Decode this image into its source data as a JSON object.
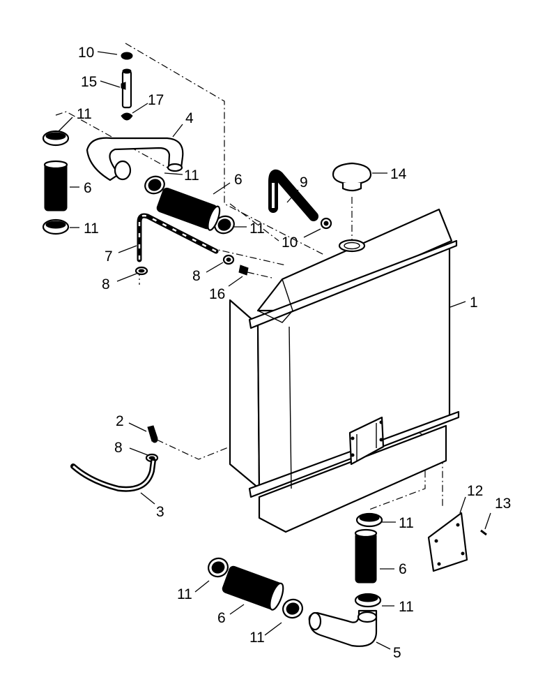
{
  "diagram": {
    "callouts": {
      "c1": "1",
      "c2": "2",
      "c3": "3",
      "c4": "4",
      "c5": "5",
      "c6a": "6",
      "c6b": "6",
      "c6c": "6",
      "c6d": "6",
      "c7": "7",
      "c8a": "8",
      "c8b": "8",
      "c8c": "8",
      "c9": "9",
      "c10a": "10",
      "c10b": "10",
      "c11a": "11",
      "c11b": "11",
      "c11c": "11",
      "c11d": "11",
      "c11e": "11",
      "c11f": "11",
      "c11g": "11",
      "c11h": "11",
      "c12": "12",
      "c13": "13",
      "c14": "14",
      "c15": "15",
      "c16": "16",
      "c17": "17"
    }
  }
}
